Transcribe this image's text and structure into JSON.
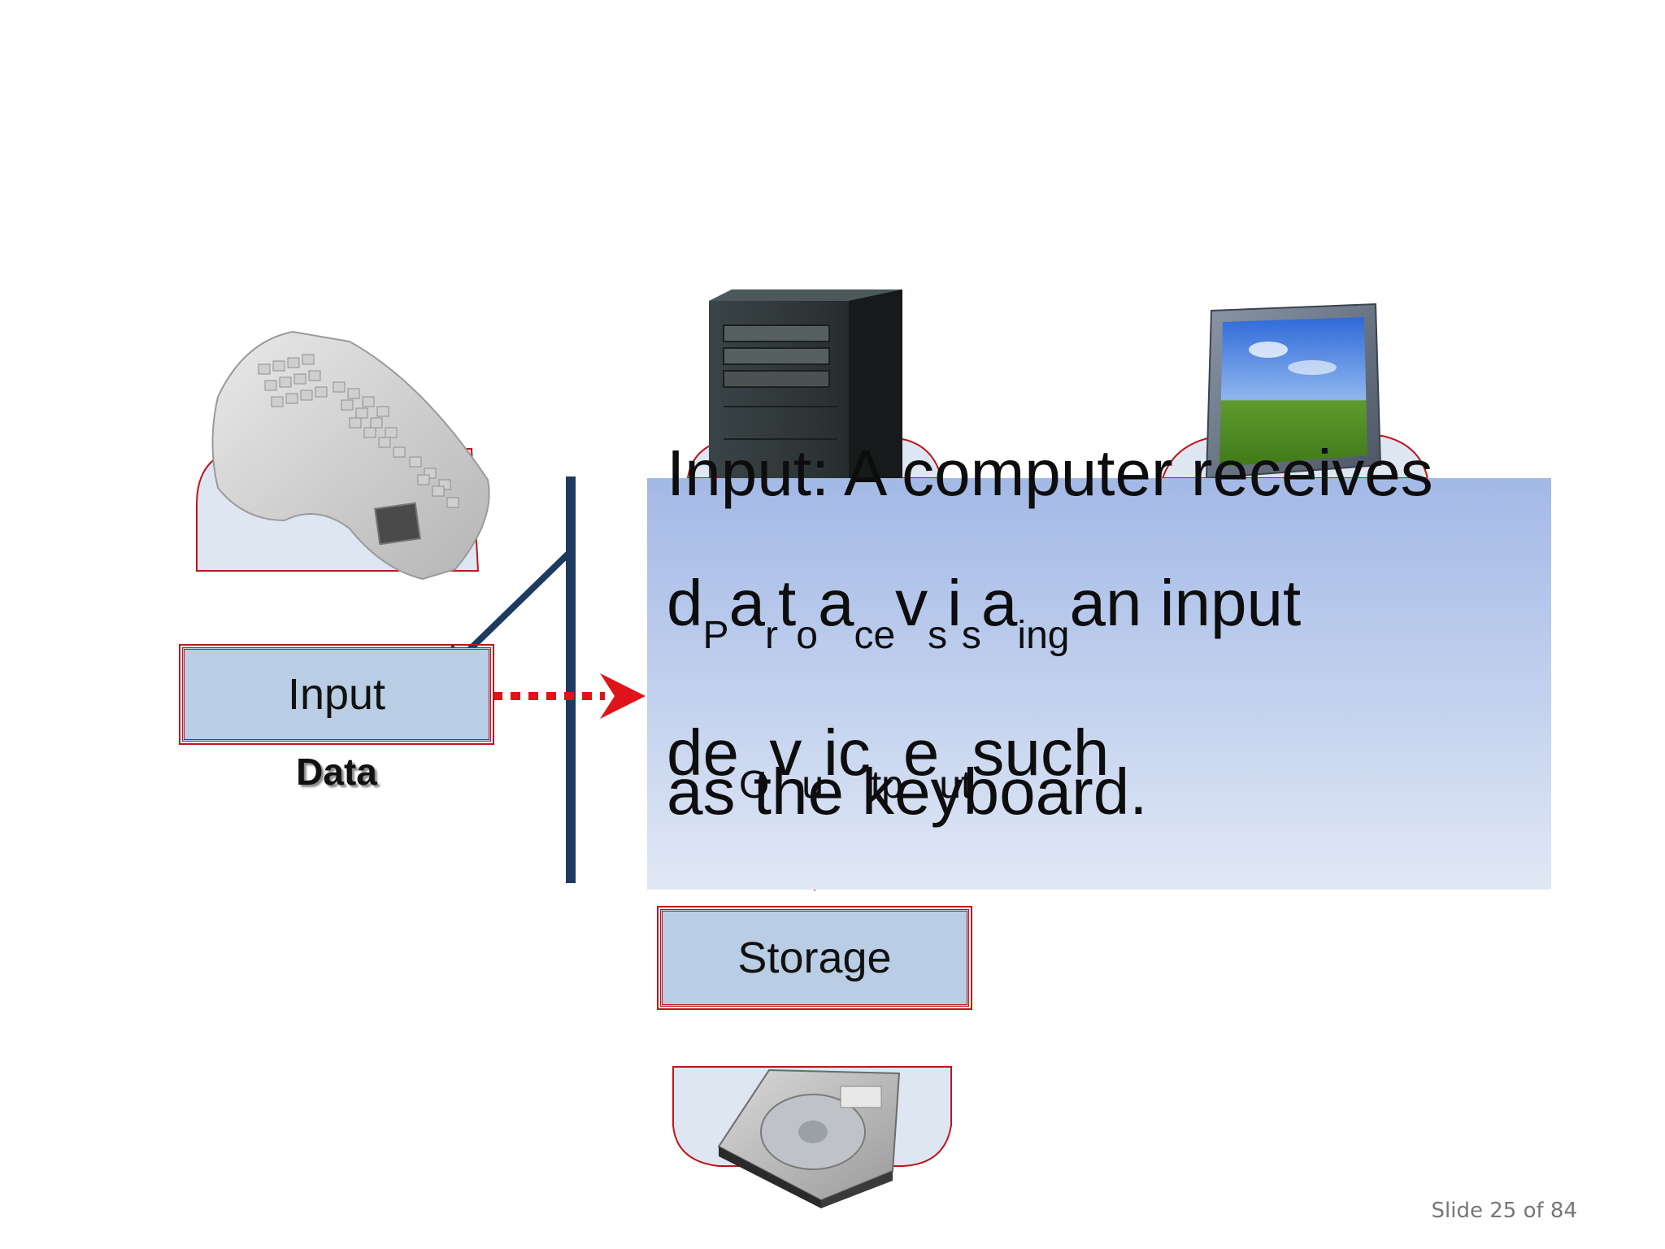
{
  "diagram": {
    "nodes": {
      "input": {
        "label": "Input"
      },
      "storage": {
        "label": "Storage"
      }
    },
    "data_label": "Data",
    "icons": {
      "keyboard": "keyboard-icon",
      "system_unit": "computer-tower-icon",
      "monitor": "monitor-icon",
      "hard_drive": "hard-drive-icon"
    },
    "colors": {
      "box_fill": "#b9cde4",
      "box_border": "#c0141c",
      "cradle_fill": "#dde6f1",
      "navy_line": "#1d3a5f",
      "dashed_arrow": "#e0131a"
    }
  },
  "overlay_text": {
    "line1": "Input:   A computer receives",
    "line2_parts": [
      {
        "t": "d"
      },
      {
        "s": "P"
      },
      {
        "t": "a"
      },
      {
        "s": "r"
      },
      {
        "t": "t"
      },
      {
        "s": "o"
      },
      {
        "t": "a"
      },
      {
        "s": "ce"
      },
      {
        "t": "v"
      },
      {
        "s": "s"
      },
      {
        "t": "i"
      },
      {
        "s": "s"
      },
      {
        "t": "a"
      },
      {
        "s": "ing"
      },
      {
        "t": "an input"
      }
    ],
    "line3_parts": [
      {
        "t": "de"
      },
      {
        "s": "O"
      },
      {
        "t": "v"
      },
      {
        "s": "u"
      },
      {
        "t": "ic"
      },
      {
        "s": "tp"
      },
      {
        "t": "e"
      },
      {
        "s": "ut"
      },
      {
        "t": "such"
      }
    ],
    "line4": "as the keyboard."
  },
  "footer": {
    "slide_counter": "Slide 25 of 84"
  }
}
